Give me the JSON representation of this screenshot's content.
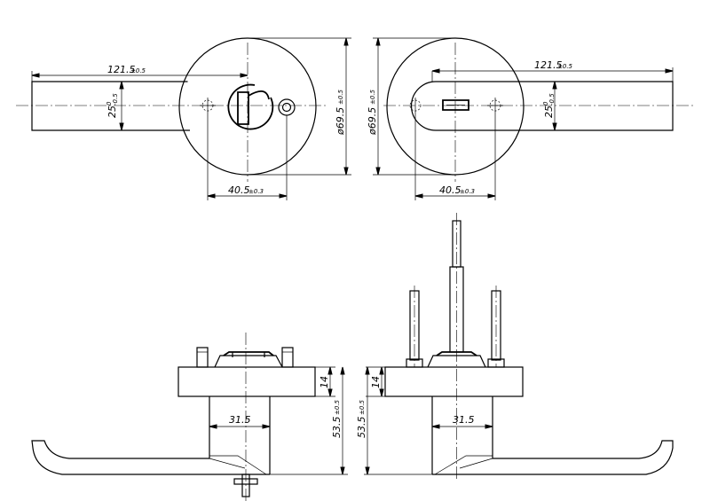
{
  "dimensions": {
    "top_left": {
      "lever_length": "121.5",
      "lever_length_tol": "±0.5",
      "lever_width": "25",
      "lever_width_tol_upper": "0",
      "lever_width_tol_lower": "-0.5",
      "rose_diameter": "ø69.5",
      "rose_diameter_tol": "±0.5",
      "screw_spacing": "40.5",
      "screw_spacing_tol": "±0.3"
    },
    "top_right": {
      "lever_length": "121.5",
      "lever_length_tol": "±0.5",
      "lever_width": "25",
      "lever_width_tol_upper": "0",
      "lever_width_tol_lower": "-0.5",
      "rose_diameter": "ø69.5",
      "rose_diameter_tol": "±0.5",
      "screw_spacing": "40.5",
      "screw_spacing_tol": "±0.3"
    },
    "bottom_left": {
      "rose_thickness": "14",
      "neck_width": "31.5",
      "overall_height": "53.5",
      "overall_height_tol": "±0.5"
    },
    "bottom_right": {
      "rose_thickness": "14",
      "neck_width": "31.5",
      "overall_height": "53.5",
      "overall_height_tol": "±0.5"
    }
  }
}
